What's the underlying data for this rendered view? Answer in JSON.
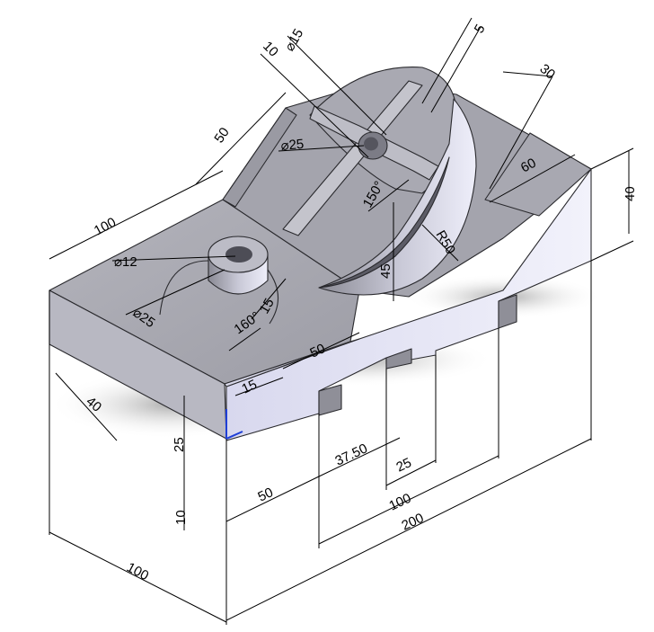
{
  "drawing": {
    "colors": {
      "top_face": "#a3a3ab",
      "front_face": "#c2c2ca",
      "right_face": "#e6e6f6",
      "dark_face": "#8e8e96",
      "shadow": "#7a7a7a",
      "edge": "#2a2a2e",
      "axis_blue": "#1f3fd6"
    },
    "dimensions": {
      "d_5": "5",
      "d_10": "10",
      "d_dia15": "⌀15",
      "d_30": "30",
      "d_50_top": "50",
      "d_dia25_top": "⌀25",
      "d_60": "60",
      "d_40_right": "40",
      "d_150deg": "150°",
      "d_100_left": "100",
      "d_dia12": "⌀12",
      "d_r50": "R50",
      "d_45": "45",
      "d_dia25_boss": "⌀25",
      "d_15_boss": "15",
      "d_160deg": "160°",
      "d_50_front": "50",
      "d_40_left": "40",
      "d_15_front": "15",
      "d_25_left": "25",
      "d_37_50": "37.50",
      "d_25_slot": "25",
      "d_10_left": "10",
      "d_50_bottom": "50",
      "d_100_bottom": "100",
      "d_200": "200",
      "d_100_base": "100"
    }
  }
}
